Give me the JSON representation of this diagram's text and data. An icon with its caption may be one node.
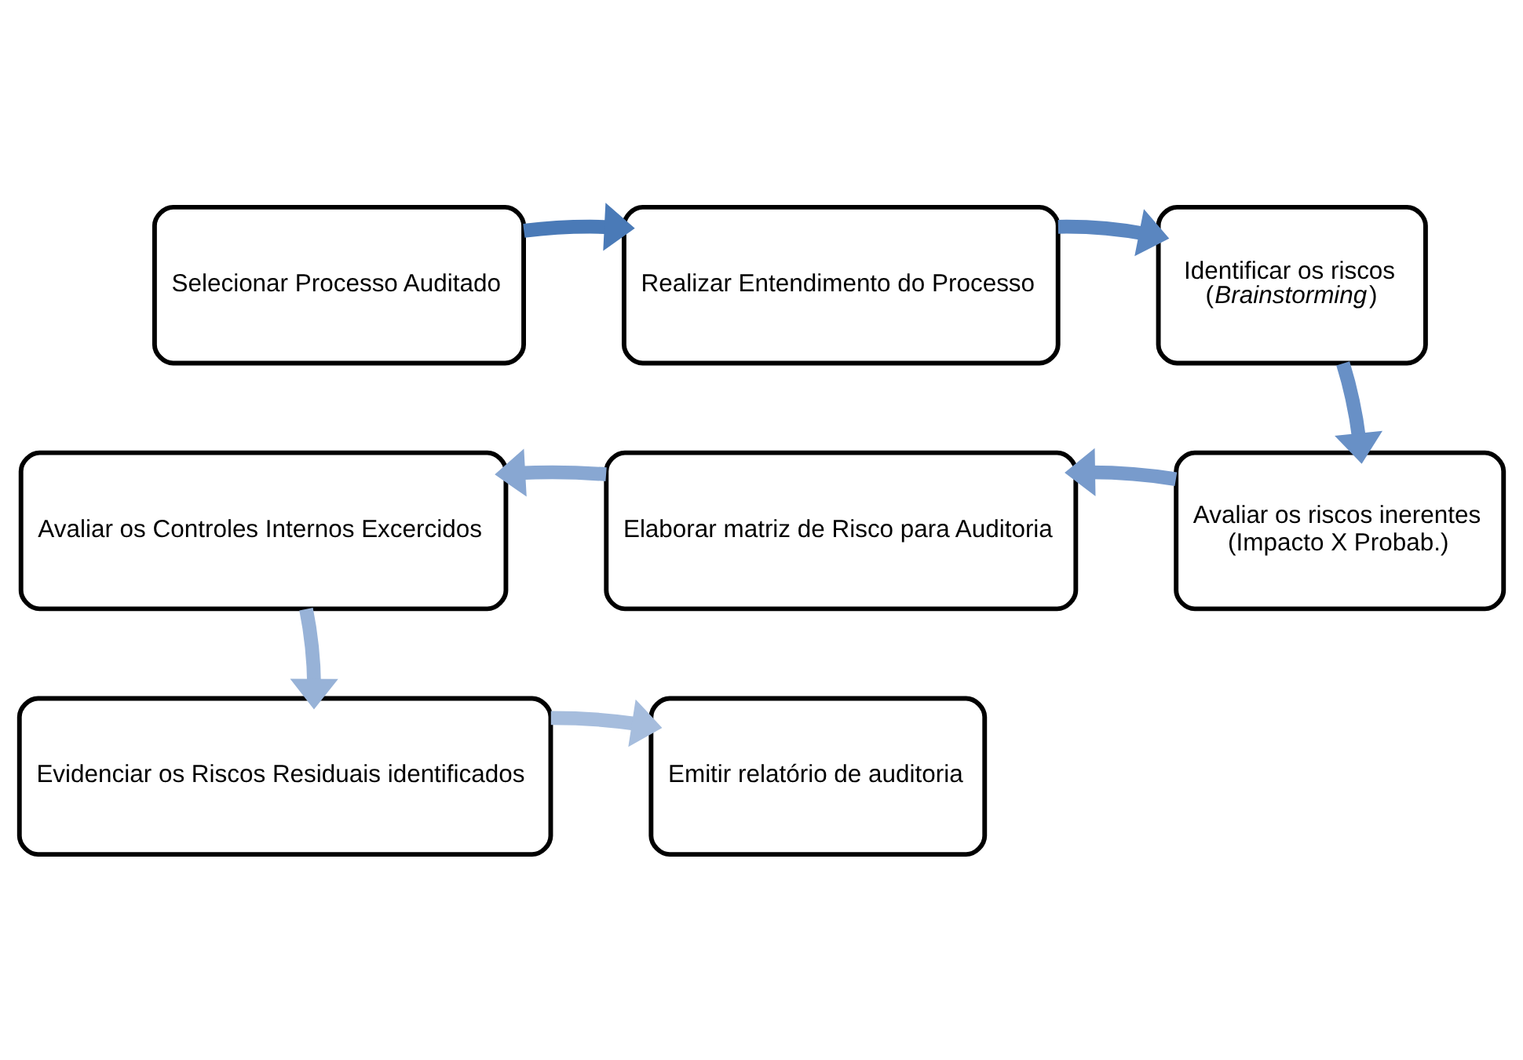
{
  "diagram": {
    "nodes": [
      {
        "text": [
          "Selecionar Processo Auditado"
        ]
      },
      {
        "text": [
          "Realizar Entendimento do Processo"
        ]
      },
      {
        "text": [
          "Identificar os riscos",
          "(*Brainstorming*)"
        ]
      },
      {
        "text": [
          "Avaliar os riscos inerentes",
          "(Impacto X Probab.)"
        ]
      },
      {
        "text": [
          "Elaborar matriz de Risco para Auditoria"
        ]
      },
      {
        "text": [
          "Avaliar os Controles Internos Excercidos"
        ]
      },
      {
        "text": [
          "Evidenciar os Riscos Residuais identificados"
        ]
      },
      {
        "text": [
          "Emitir relatório de auditoria"
        ]
      }
    ],
    "edges": [
      {
        "from": 0,
        "to": 1,
        "arrow": "to",
        "color": "#4a7ab7"
      },
      {
        "from": 1,
        "to": 2,
        "arrow": "to",
        "color": "#5a86c0"
      },
      {
        "from": 2,
        "to": 3,
        "arrow": "to",
        "color": "#6890c6"
      },
      {
        "from": 3,
        "to": 4,
        "arrow": "to",
        "color": "#789bcc"
      },
      {
        "from": 4,
        "to": 5,
        "arrow": "to",
        "color": "#88a7d2"
      },
      {
        "from": 5,
        "to": 6,
        "arrow": "to",
        "color": "#97b2d7"
      },
      {
        "from": 6,
        "to": 7,
        "arrow": "to",
        "color": "#a6bddd"
      }
    ]
  }
}
